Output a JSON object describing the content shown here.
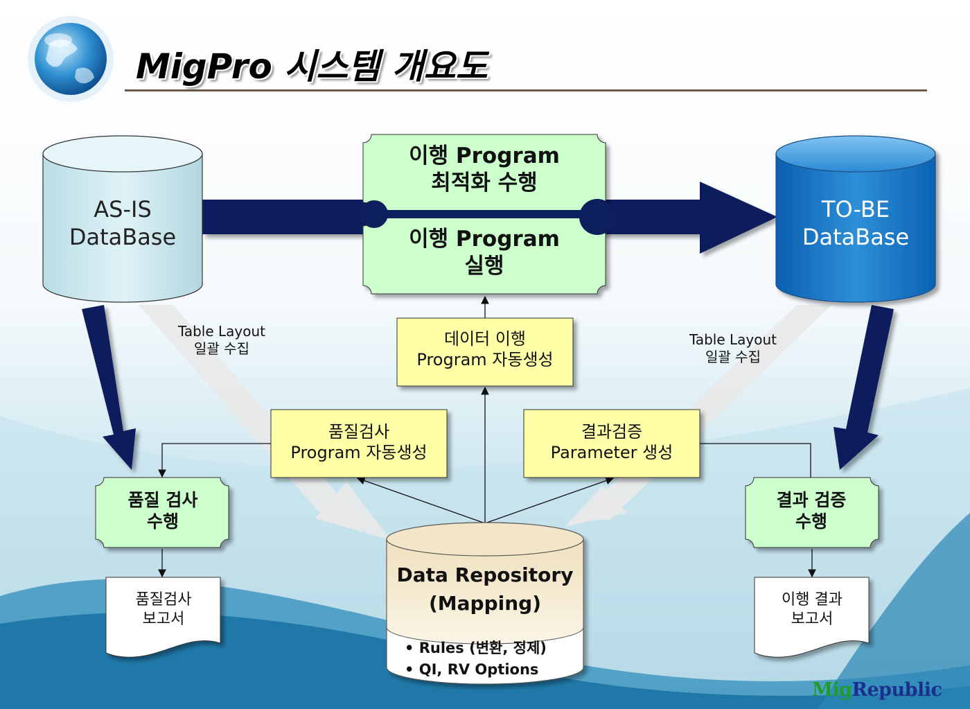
{
  "title": "MigPro 시스템 개요도",
  "databases": {
    "as_is": {
      "line1": "AS-IS",
      "line2": "DataBase"
    },
    "to_be": {
      "line1": "TO-BE",
      "line2": "DataBase"
    }
  },
  "program_box": {
    "top_line1": "이행 Program",
    "top_line2": "최적화 수행",
    "bottom_line1": "이행 Program",
    "bottom_line2": "실행"
  },
  "auto_gen": {
    "migration": {
      "line1": "데이터 이행",
      "line2": "Program 자동생성"
    },
    "quality": {
      "line1": "품질검사",
      "line2": "Program 자동생성"
    },
    "result": {
      "line1": "결과검증",
      "line2": "Parameter 생성"
    }
  },
  "table_layout": {
    "left": {
      "line1": "Table Layout",
      "line2": "일괄 수집"
    },
    "right": {
      "line1": "Table Layout",
      "line2": "일괄 수집"
    }
  },
  "tasks": {
    "quality": {
      "line1": "품질 검사",
      "line2": "수행"
    },
    "result": {
      "line1": "결과 검증",
      "line2": "수행"
    }
  },
  "reports": {
    "quality": {
      "line1": "품질검사",
      "line2": "보고서"
    },
    "result": {
      "line1": "이행 결과",
      "line2": "보고서"
    }
  },
  "repository": {
    "line1": "Data Repository",
    "line2": "(Mapping)",
    "items": [
      "Rules (변환, 정제)",
      "QI, RV Options"
    ]
  },
  "logo": {
    "part1": "Mig",
    "part2": "Republic"
  },
  "colors": {
    "navy_arrow": "#0d1f5c",
    "green_box": "#ccffcc",
    "yellow_box": "#ffffa8",
    "asis_db": "#cfeaf0",
    "tobe_db": "#1a73c0",
    "repo_db": "#f3e6c8"
  },
  "icons": [
    "globe-icon"
  ]
}
